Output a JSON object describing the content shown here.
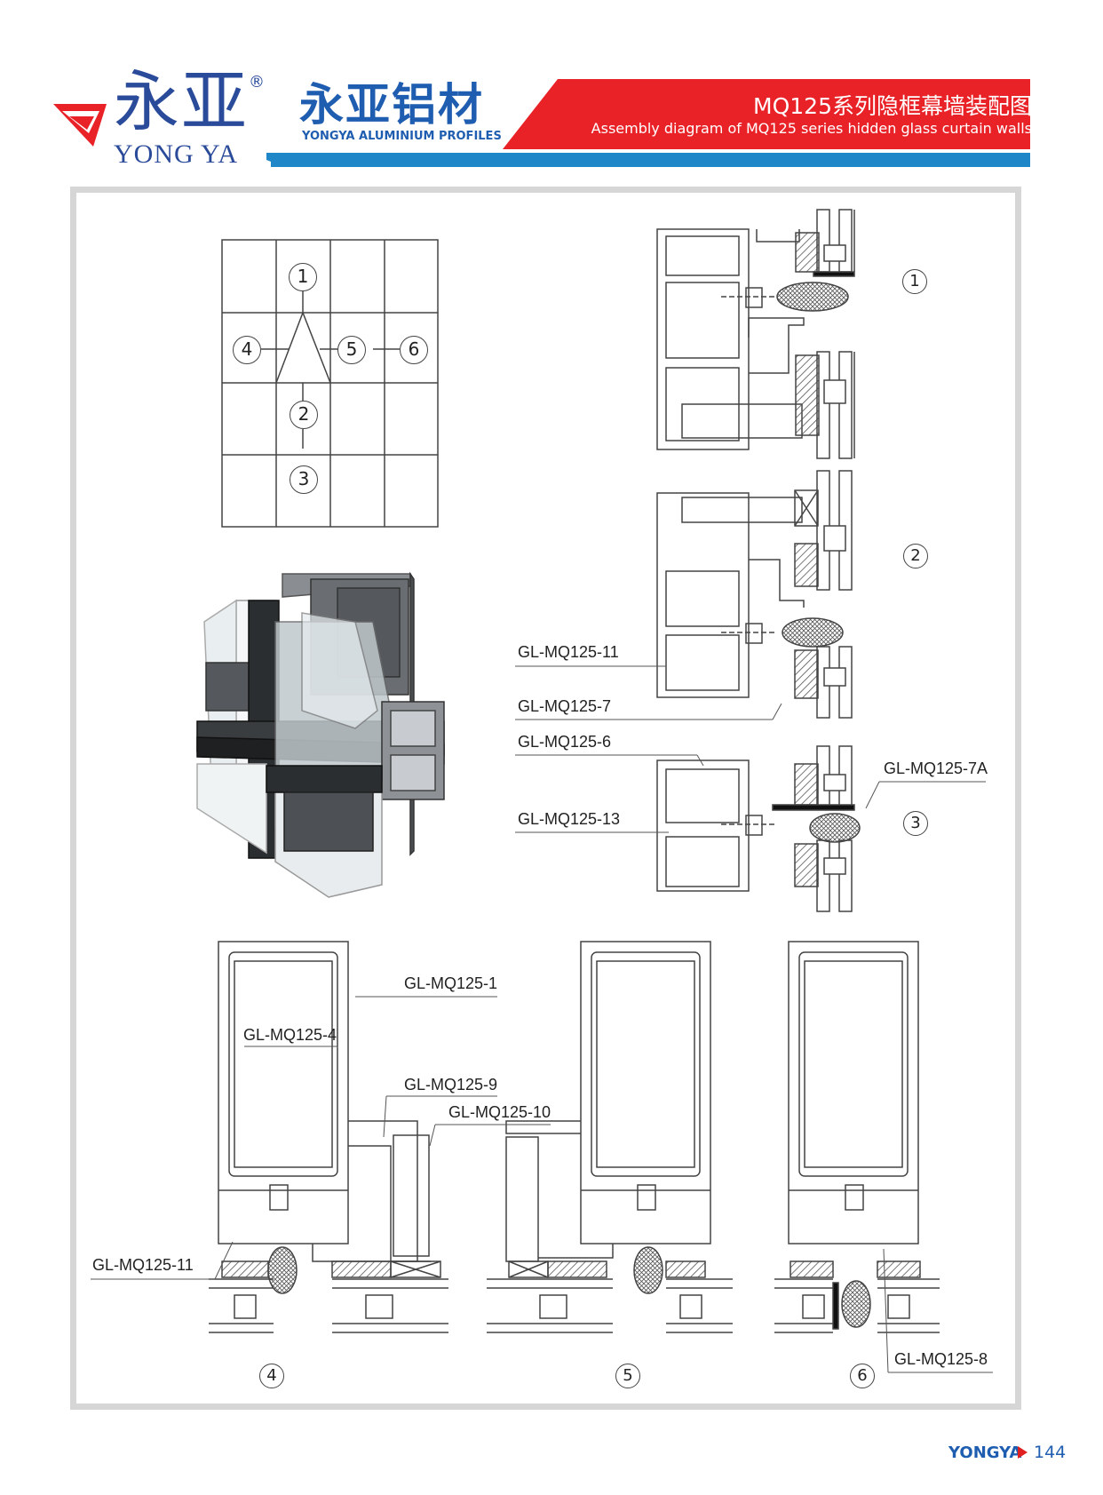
{
  "header": {
    "brand_cn": "永亚",
    "brand_en": "YONG YA",
    "registered_mark": "®",
    "company_cn": "永亚铝材",
    "company_en": "YONGYA ALUMINIUM PROFILES",
    "title_cn": "MQ125系列隐框幕墙装配图",
    "title_en": "Assembly diagram of MQ125 series hidden glass curtain walls"
  },
  "colors": {
    "brand_blue": "#1f5db0",
    "banner_red": "#e92228",
    "frame_gray": "#d6d6d6",
    "line": "#444444"
  },
  "grid_markers": [
    {
      "id": "m1",
      "label": "1"
    },
    {
      "id": "m2",
      "label": "2"
    },
    {
      "id": "m3",
      "label": "3"
    },
    {
      "id": "m4",
      "label": "4"
    },
    {
      "id": "m5",
      "label": "5"
    },
    {
      "id": "m6",
      "label": "6"
    }
  ],
  "sections": [
    {
      "id": "s1",
      "label": "1"
    },
    {
      "id": "s2",
      "label": "2"
    },
    {
      "id": "s3",
      "label": "3"
    },
    {
      "id": "s4",
      "label": "4"
    },
    {
      "id": "s5",
      "label": "5"
    },
    {
      "id": "s6",
      "label": "6"
    }
  ],
  "part_labels": {
    "p11a": "GL-MQ125-11",
    "p7": "GL-MQ125-7",
    "p6": "GL-MQ125-6",
    "p7a": "GL-MQ125-7A",
    "p13": "GL-MQ125-13",
    "p1": "GL-MQ125-1",
    "p4": "GL-MQ125-4",
    "p9": "GL-MQ125-9",
    "p10": "GL-MQ125-10",
    "p11b": "GL-MQ125-11",
    "p8": "GL-MQ125-8"
  },
  "footer": {
    "brand": "YONGYA",
    "page": "144"
  }
}
